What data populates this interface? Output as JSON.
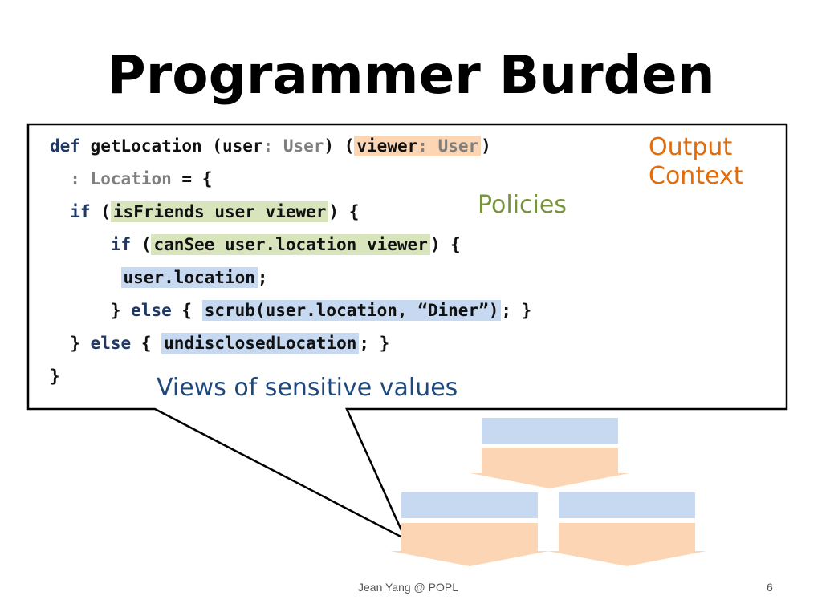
{
  "slide": {
    "title": "Programmer Burden",
    "footer": "Jean Yang @ POPL",
    "page_number": "6"
  },
  "code": {
    "l1_def": "def",
    "l1_fn": "getLocation (user",
    "l1_colon1": ":",
    "l1_type1": "User",
    "l1_close1": ")",
    "l1_open2": "(",
    "l1_viewer": "viewer",
    "l1_colon2": ":",
    "l1_type2": "User",
    "l1_close2": ")",
    "l2_colon": ":",
    "l2_type": "Location",
    "l2_rest": "= {",
    "l3_if": "if",
    "l3_open": "(",
    "l3_cond": "isFriends user viewer",
    "l3_close": ") {",
    "l4_if": "if",
    "l4_open": "(",
    "l4_cond": "canSee user.location viewer",
    "l4_close": ") {",
    "l5_value": "user.location",
    "l5_semi": ";",
    "l6_brace": "}",
    "l6_else": "else",
    "l6_open": "{",
    "l6_value": "scrub(user.location, “Diner”)",
    "l6_close": "; }",
    "l7_brace": "}",
    "l7_else": "else",
    "l7_open": "{",
    "l7_value": "undisclosedLocation",
    "l7_close": "; }",
    "l8_brace": "}"
  },
  "annotations": {
    "output_context": "Output Context",
    "policies": "Policies",
    "views": "Views of sensitive values"
  },
  "colors": {
    "keyword": "#1f3864",
    "type": "#7f7f7f",
    "output_highlight": "#fcd5b4",
    "policy_highlight": "#d8e4bc",
    "view_highlight": "#c6d9f1",
    "output_label": "#e36c09",
    "policy_label": "#77933c",
    "views_label": "#1f497d"
  }
}
